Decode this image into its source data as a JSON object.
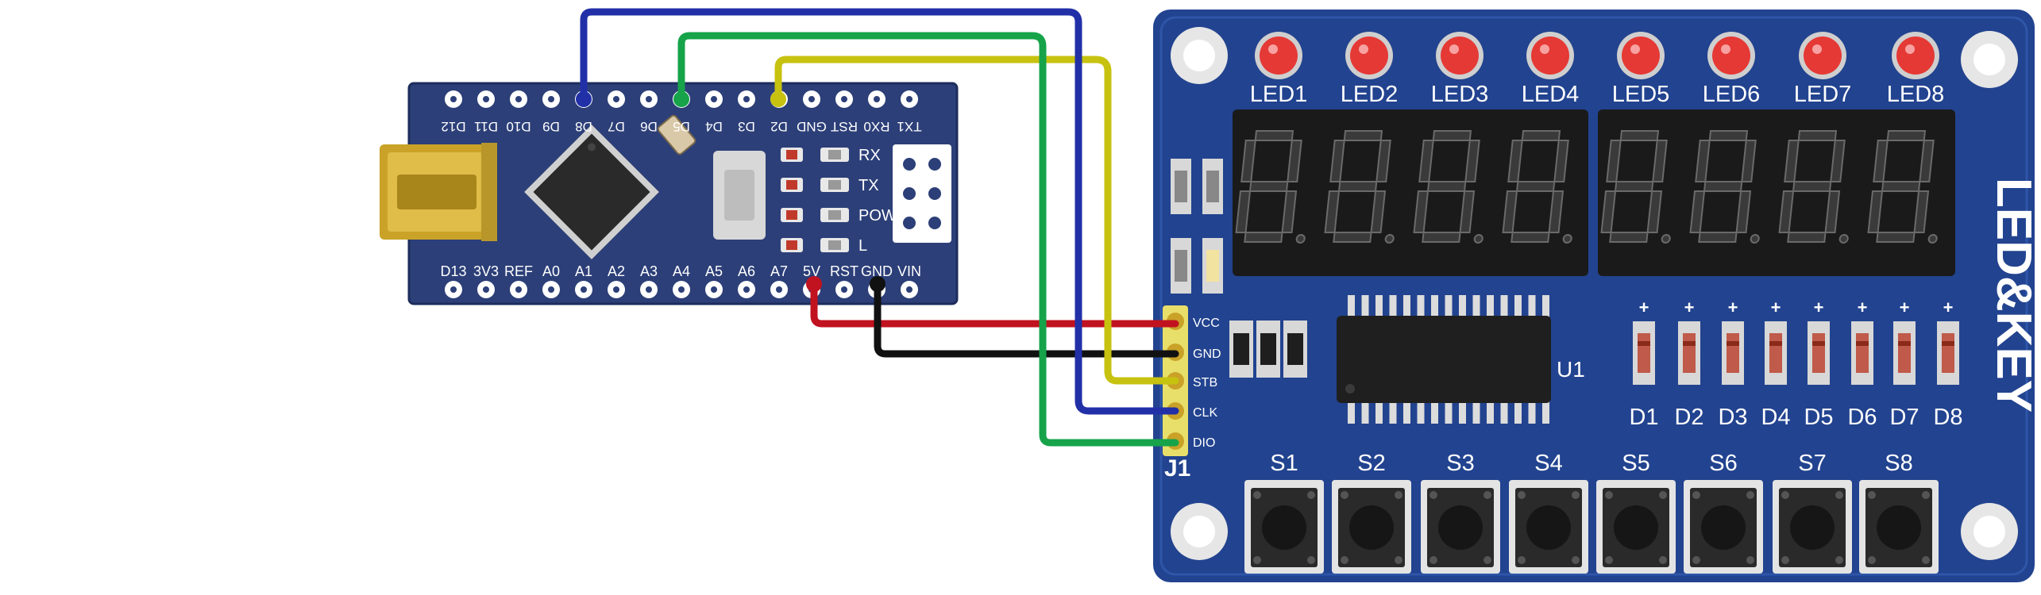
{
  "colors": {
    "board_blue": "#22438f",
    "board_dark": "#1c3b80",
    "nano_blue": "#2c3f78",
    "wire_vcc": "#c1121f",
    "wire_gnd": "#111111",
    "wire_stb": "#c7c210",
    "wire_clk": "#2230a8",
    "wire_dio": "#16a34a",
    "led_red": "#e53935"
  },
  "nano": {
    "top_labels": [
      "D12",
      "D11",
      "D10",
      "D9",
      "D8",
      "D7",
      "D6",
      "D5",
      "D4",
      "D3",
      "D2",
      "GND",
      "RST",
      "RX0",
      "TX1"
    ],
    "bottom_labels": [
      "D13",
      "3V3",
      "REF",
      "A0",
      "A1",
      "A2",
      "A3",
      "A4",
      "A5",
      "A6",
      "A7",
      "5V",
      "RST",
      "GND",
      "VIN"
    ],
    "indicators": [
      "RX",
      "TX",
      "POW",
      "L"
    ]
  },
  "module": {
    "title": "LED&KEY",
    "leds": [
      "LED1",
      "LED2",
      "LED3",
      "LED4",
      "LED5",
      "LED6",
      "LED7",
      "LED8"
    ],
    "diodes": [
      "D1",
      "D2",
      "D3",
      "D4",
      "D5",
      "D6",
      "D7",
      "D8"
    ],
    "switches": [
      "S1",
      "S2",
      "S3",
      "S4",
      "S5",
      "S6",
      "S7",
      "S8"
    ],
    "chip": "U1",
    "connector": "J1",
    "pins": [
      "VCC",
      "GND",
      "STB",
      "CLK",
      "DIO"
    ]
  }
}
